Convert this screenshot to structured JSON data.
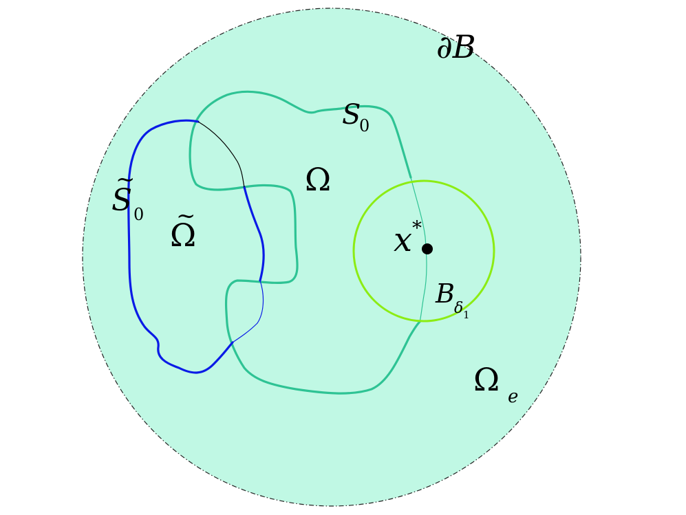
{
  "labels": {
    "boundary": "∂B",
    "surface": "S",
    "surface_sub": "0",
    "surface_tilde": "S",
    "surface_tilde_mark": "~",
    "surface_tilde_sub": "0",
    "domain": "Ω",
    "domain_tilde": "Ω",
    "domain_tilde_mark": "~",
    "exterior": "Ω",
    "exterior_sub": "e",
    "point": "x",
    "point_sup": "*",
    "ball": "B",
    "ball_sub": "δ",
    "ball_subsub": "1"
  },
  "colors": {
    "background_disk": "#c0f8e4",
    "outer_boundary": "#222222",
    "surface_s0": "#2ec394",
    "surface_s0_tilde": "#0a1be6",
    "small_ball": "#8cec14",
    "inner_arc": "#000000",
    "point": "#000000"
  }
}
